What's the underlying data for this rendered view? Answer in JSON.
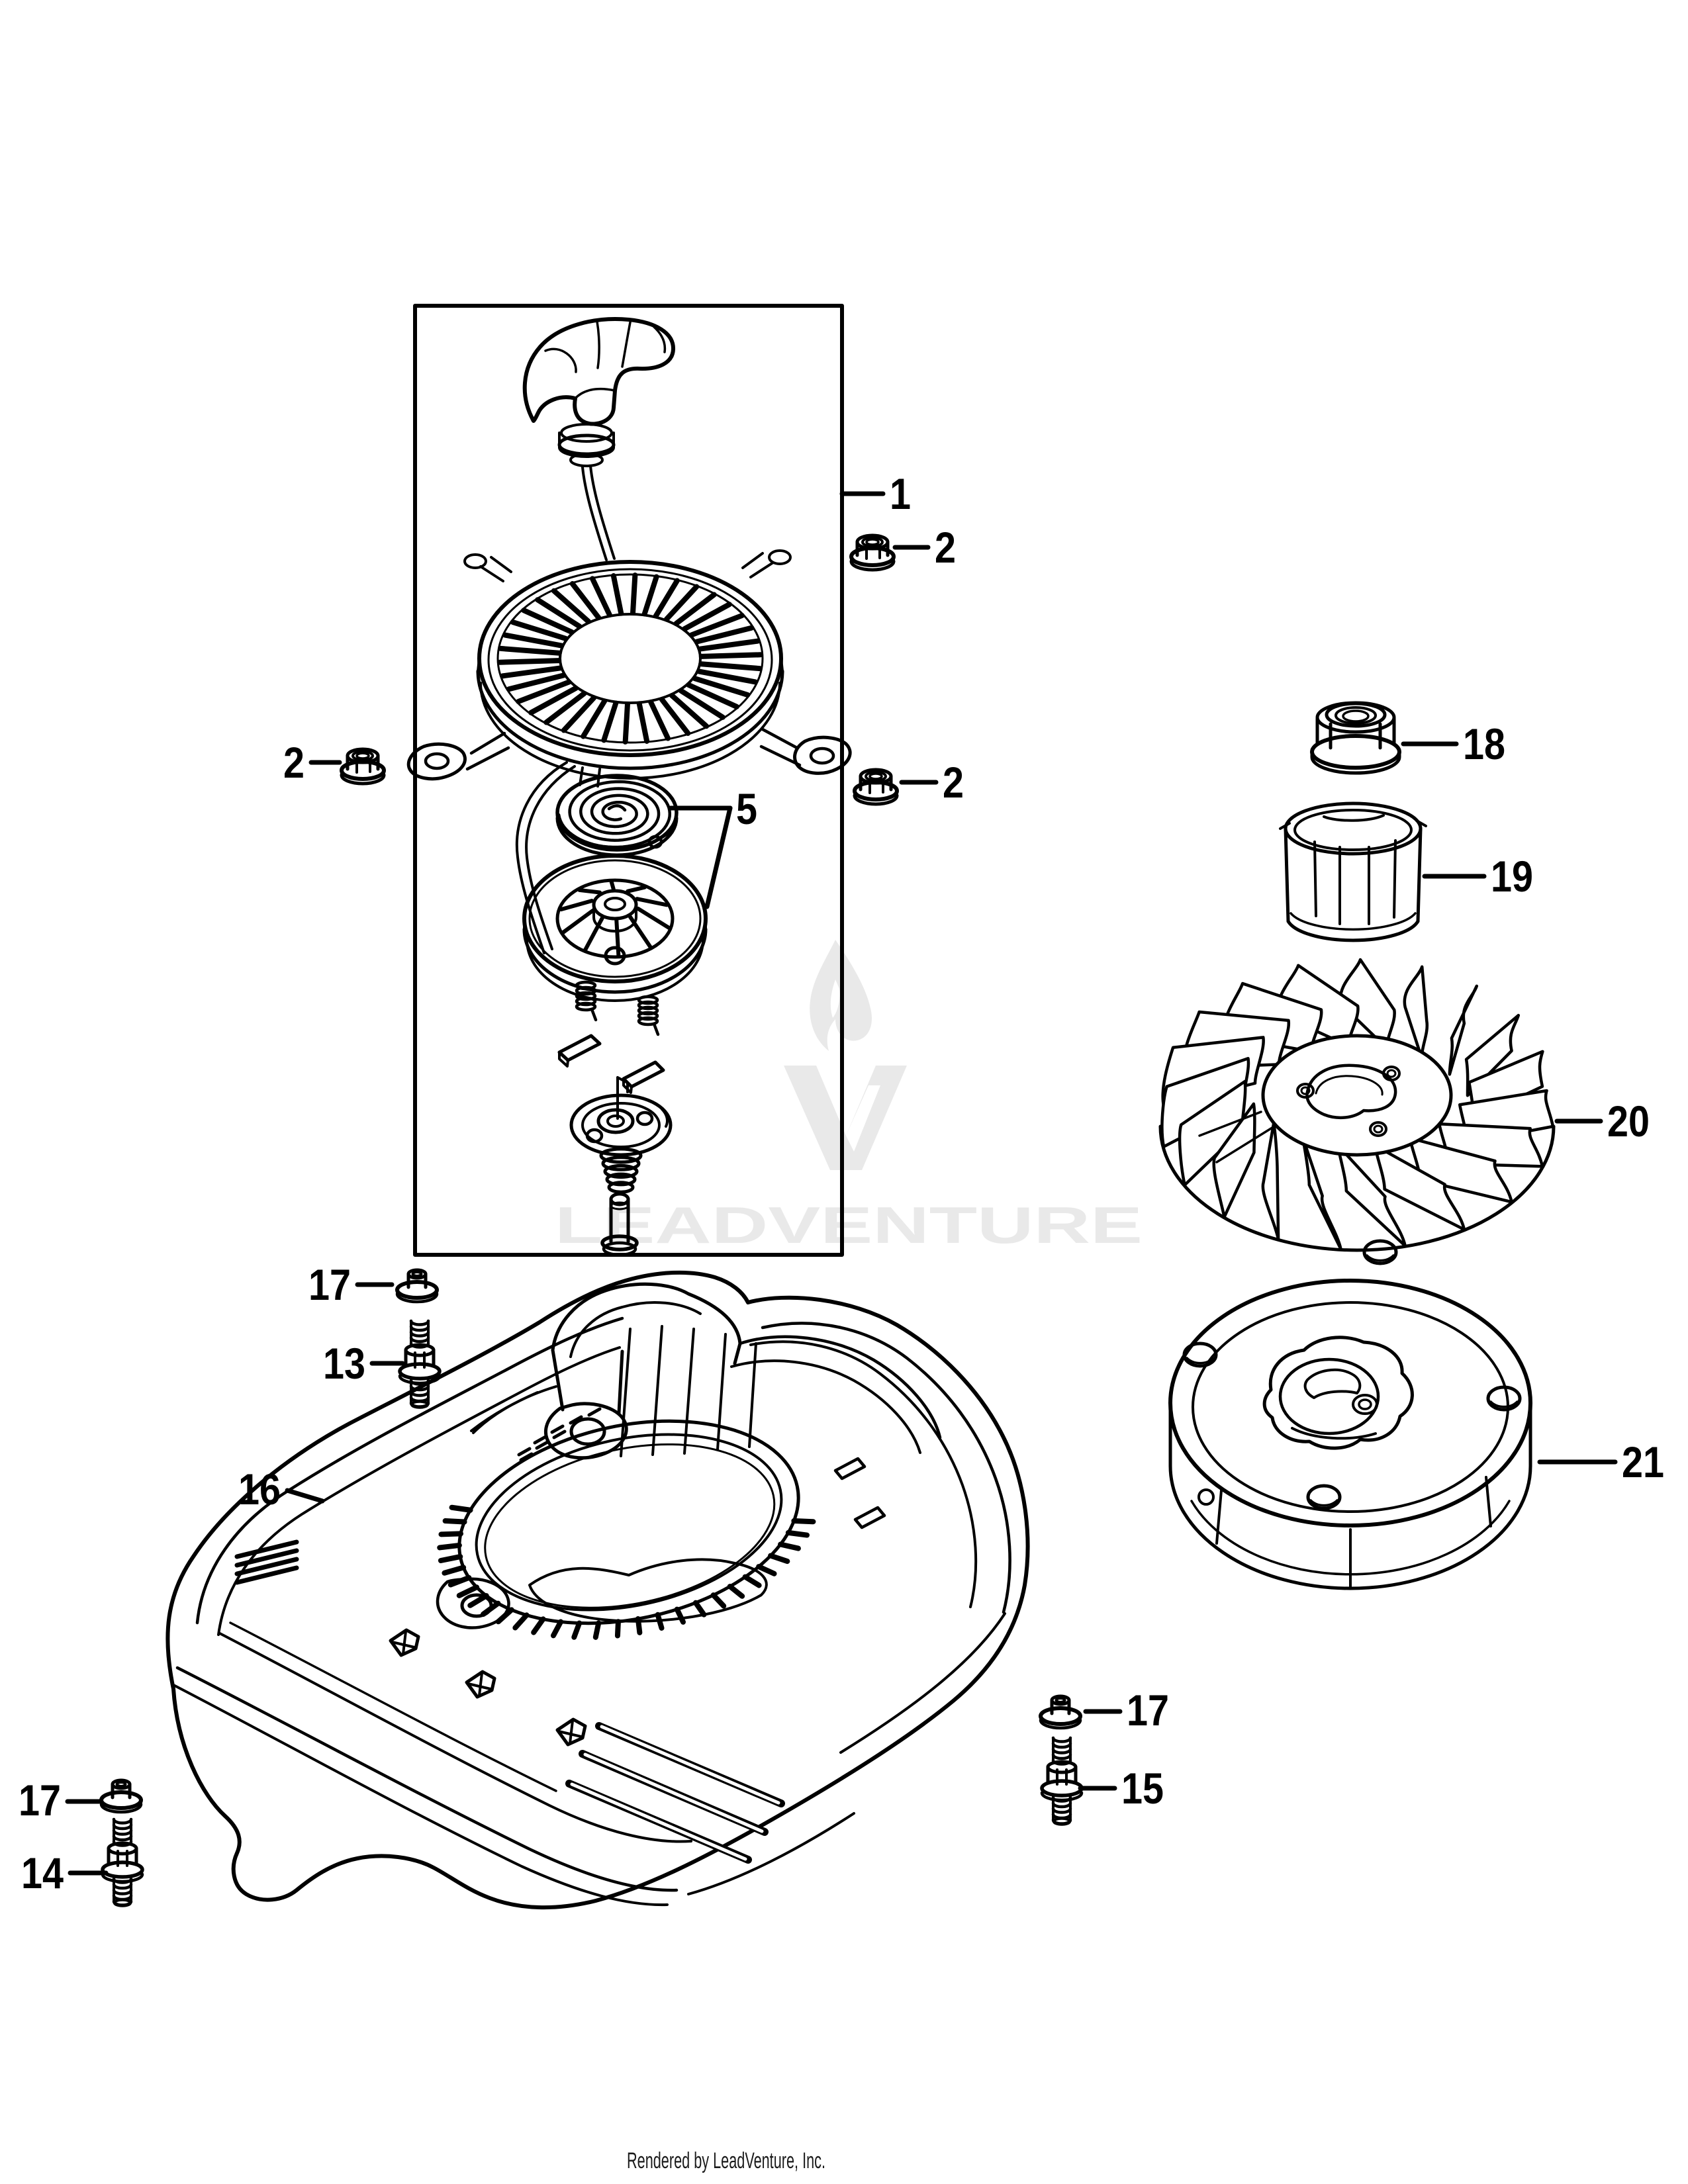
{
  "diagram": {
    "footer_text": "Rendered by LeadVenture, Inc.",
    "watermark_text": "LEADVENTURE",
    "watermark_color": "#e9e9e9",
    "line_color": "#000000",
    "background_color": "#ffffff"
  },
  "callouts": [
    {
      "label": "1",
      "part": "recoil-starter-assembly",
      "text": [
        1344,
        746
      ],
      "anchor": "start",
      "leader": [
        [
          [
            1272,
            746
          ],
          [
            1334,
            746
          ]
        ]
      ]
    },
    {
      "label": "2",
      "part": "flange-lock-nut",
      "text": [
        1412,
        827
      ],
      "anchor": "start",
      "leader": [
        [
          [
            1352,
            827
          ],
          [
            1402,
            827
          ]
        ]
      ]
    },
    {
      "label": "2",
      "part": "flange-lock-nut",
      "text": [
        1424,
        1182
      ],
      "anchor": "start",
      "leader": [
        [
          [
            1362,
            1182
          ],
          [
            1414,
            1182
          ]
        ]
      ]
    },
    {
      "label": "2",
      "part": "flange-lock-nut",
      "text": [
        460,
        1152
      ],
      "anchor": "end",
      "leader": [
        [
          [
            513,
            1152
          ],
          [
            470,
            1152
          ]
        ]
      ]
    },
    {
      "label": "5",
      "part": "recoil-spring-and-pulley",
      "text": [
        1112,
        1222
      ],
      "anchor": "start",
      "leader": [
        [
          [
            1013,
            1221
          ],
          [
            1103,
            1221
          ]
        ],
        [
          [
            1103,
            1221
          ],
          [
            1068,
            1370
          ]
        ]
      ]
    },
    {
      "label": "13",
      "part": "stud",
      "text": [
        552,
        2060
      ],
      "anchor": "end",
      "leader": [
        [
          [
            608,
            2060
          ],
          [
            562,
            2060
          ]
        ]
      ]
    },
    {
      "label": "14",
      "part": "stud",
      "text": [
        96,
        2830
      ],
      "anchor": "end",
      "leader": [
        [
          [
            160,
            2830
          ],
          [
            106,
            2830
          ]
        ]
      ]
    },
    {
      "label": "15",
      "part": "stud",
      "text": [
        1694,
        2702
      ],
      "anchor": "start",
      "leader": [
        [
          [
            1632,
            2702
          ],
          [
            1684,
            2702
          ]
        ]
      ]
    },
    {
      "label": "16",
      "part": "blower-housing",
      "text": [
        424,
        2250
      ],
      "anchor": "end",
      "leader": [
        [
          [
            487,
            2268
          ],
          [
            434,
            2252
          ]
        ]
      ]
    },
    {
      "label": "17",
      "part": "flange-nut",
      "text": [
        530,
        1941
      ],
      "anchor": "end",
      "leader": [
        [
          [
            592,
            1941
          ],
          [
            540,
            1941
          ]
        ]
      ]
    },
    {
      "label": "17",
      "part": "flange-nut",
      "text": [
        92,
        2720
      ],
      "anchor": "end",
      "leader": [
        [
          [
            150,
            2722
          ],
          [
            102,
            2722
          ]
        ]
      ]
    },
    {
      "label": "17",
      "part": "flange-nut",
      "text": [
        1702,
        2584
      ],
      "anchor": "start",
      "leader": [
        [
          [
            1640,
            2586
          ],
          [
            1692,
            2586
          ]
        ]
      ]
    },
    {
      "label": "18",
      "part": "flywheel-nut",
      "text": [
        2210,
        1124
      ],
      "anchor": "start",
      "leader": [
        [
          [
            2120,
            1124
          ],
          [
            2200,
            1124
          ]
        ]
      ]
    },
    {
      "label": "19",
      "part": "starter-cup",
      "text": [
        2252,
        1324
      ],
      "anchor": "start",
      "leader": [
        [
          [
            2152,
            1324
          ],
          [
            2242,
            1324
          ]
        ]
      ]
    },
    {
      "label": "20",
      "part": "flywheel-fan",
      "text": [
        2428,
        1694
      ],
      "anchor": "start",
      "leader": [
        [
          [
            2352,
            1694
          ],
          [
            2418,
            1694
          ]
        ]
      ]
    },
    {
      "label": "21",
      "part": "flywheel",
      "text": [
        2450,
        2209
      ],
      "anchor": "start",
      "leader": [
        [
          [
            2326,
            2209
          ],
          [
            2440,
            2209
          ]
        ]
      ]
    }
  ]
}
